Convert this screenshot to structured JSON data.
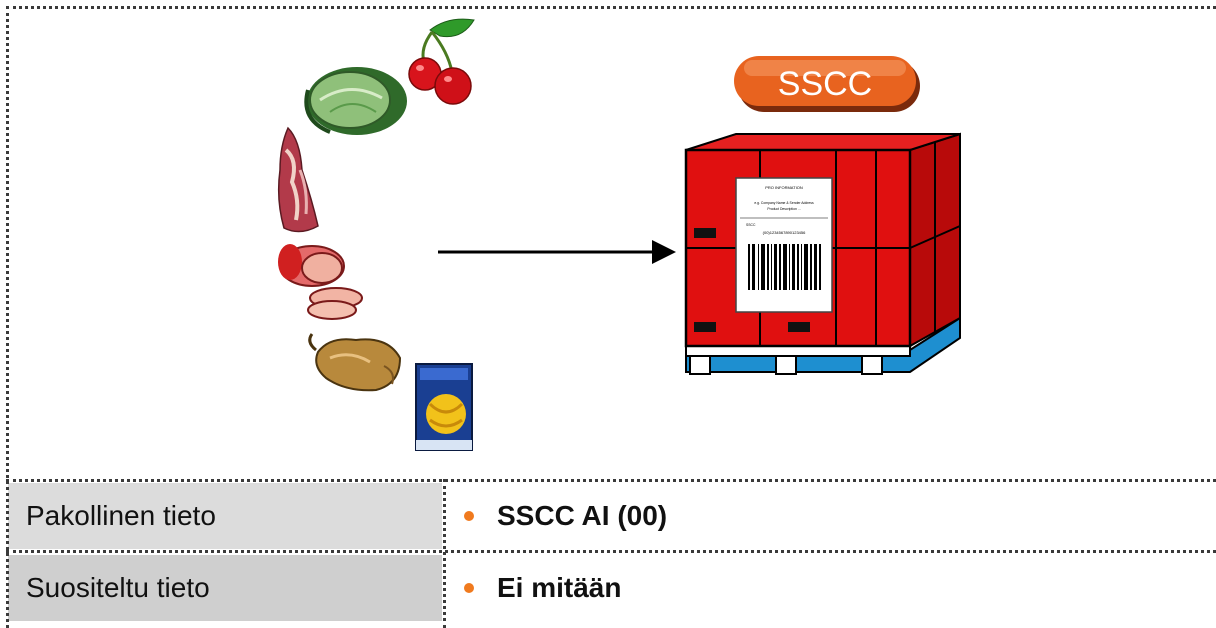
{
  "badge": {
    "label": "SSCC",
    "color": "#e8631f"
  },
  "label_sheet": {
    "line1": "PRO INFORMATION",
    "line2": "e.g. Company Name & Sender Address",
    "line3": "Product Description ...",
    "line4": "SSCC",
    "line5": "(00)1234567890123456"
  },
  "illustration": {
    "items": [
      "cherry-icon",
      "cabbage-icon",
      "meat-icon",
      "sausage-icon",
      "chicken-icon",
      "pasta-package-icon",
      "arrow-icon",
      "pallet-icon"
    ],
    "pallet_color": "#e01010",
    "pallet_base_color": "#1e8fd0"
  },
  "rows": [
    {
      "label": "Pakollinen tieto",
      "value": "SSCC AI (00)"
    },
    {
      "label": "Suositeltu tieto",
      "value": "Ei mitään"
    }
  ],
  "colors": {
    "bullet": "#f07a1e",
    "label_bg_1": "#dcdcdc",
    "label_bg_2": "#cfcfcf"
  }
}
